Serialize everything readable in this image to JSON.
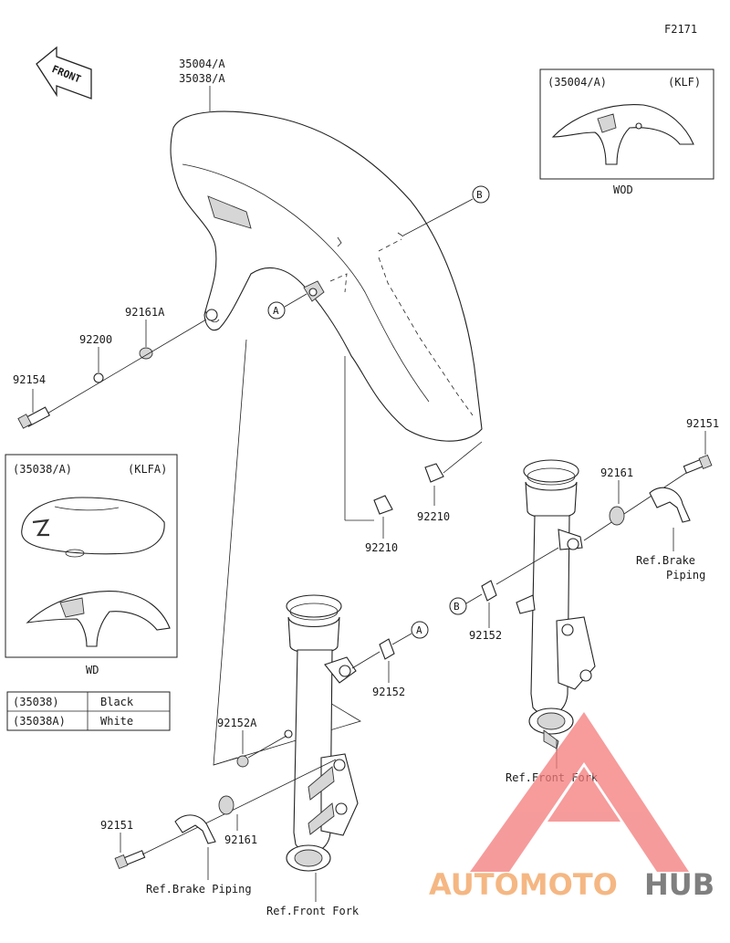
{
  "figure_code": "F2171",
  "front_label": "FRONT",
  "fender_parts": "35004/A",
  "fender_parts_2": "35038/A",
  "inset_klf": {
    "code": "(35004/A)",
    "variant": "(KLF)",
    "caption": "WOD"
  },
  "inset_klfa": {
    "code": "(35038/A)",
    "variant": "(KLFA)",
    "caption": "WD"
  },
  "color_table": [
    {
      "part": "(35038)",
      "color": "Black"
    },
    {
      "part": "(35038A)",
      "color": "White"
    }
  ],
  "callouts": {
    "a": "A",
    "b": "B"
  },
  "labels": {
    "p92161a": "92161A",
    "p92200": "92200",
    "p92154": "92154",
    "p92210_left": "92210",
    "p92210_right": "92210",
    "p92151_right": "92151",
    "p92161_right": "92161",
    "ref_brake_right_1": "Ref.Brake",
    "ref_brake_right_2": "Piping",
    "p92152_right": "92152",
    "ref_fork_right": "Ref.Front Fork",
    "p92152_left": "92152",
    "p92152a": "92152A",
    "p92151_left": "92151",
    "p92161_left": "92161",
    "ref_brake_left": "Ref.Brake Piping",
    "ref_fork_left": "Ref.Front Fork"
  },
  "watermark": {
    "part1": "AUTOMOTO",
    "part2": "HUB",
    "color1": "#f2a05a",
    "color2": "#555555",
    "triangle_color": "#f47a7a"
  }
}
